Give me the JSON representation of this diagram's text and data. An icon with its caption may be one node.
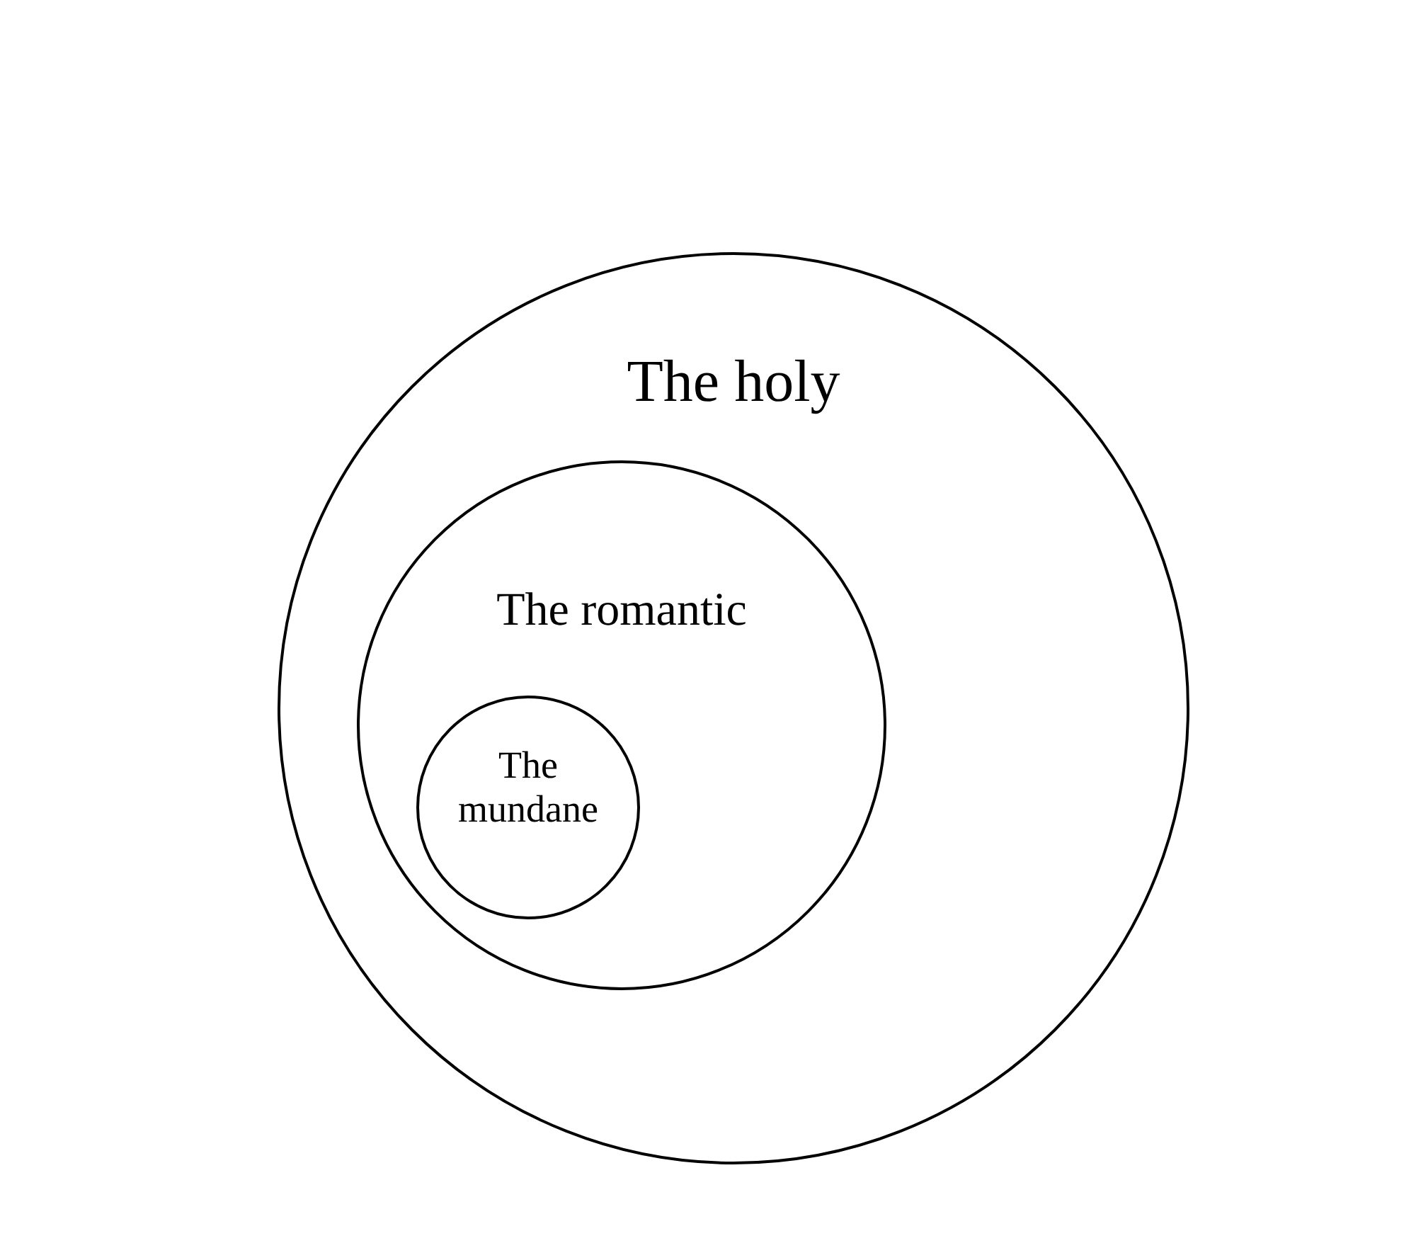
{
  "diagram": {
    "nodes": [
      {
        "text": [
          "The holy"
        ]
      },
      {
        "text": [
          "The romantic"
        ],
        "in": 0
      },
      {
        "text": [
          "The mundane"
        ],
        "in": 1
      }
    ]
  }
}
